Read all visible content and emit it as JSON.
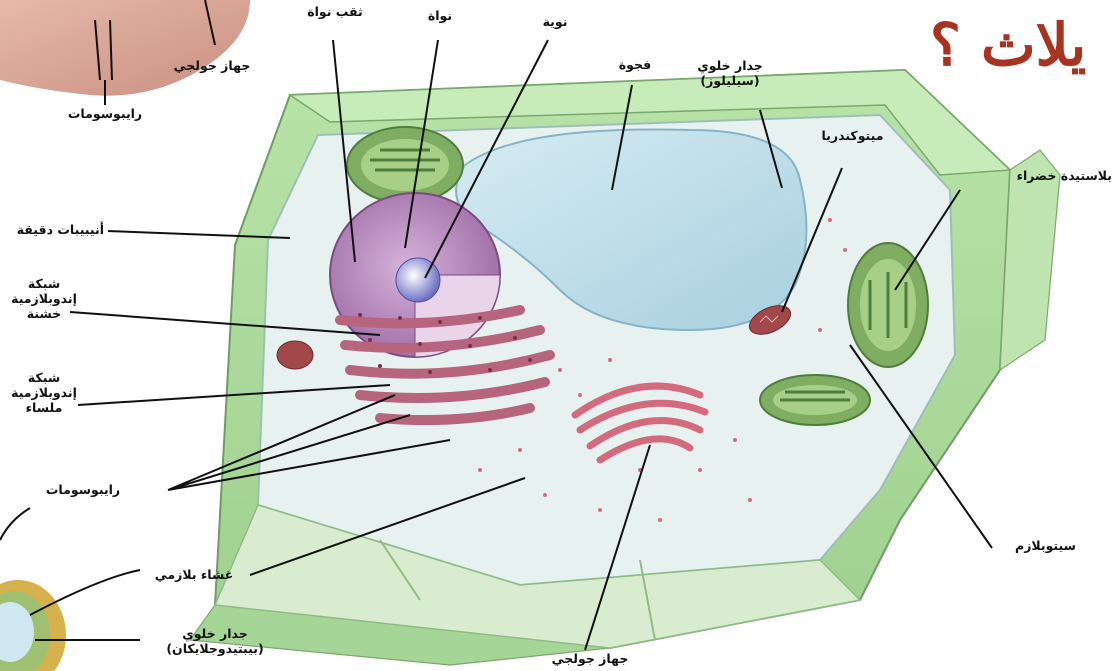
{
  "title": {
    "text": "يلاث ؟",
    "color": "#a8331f"
  },
  "labels": {
    "nuclear_pore": "ثقب نواة",
    "nucleus": "نواة",
    "nucleolus": "نوية",
    "vacuole": "فجوة",
    "cell_wall_cellulose": "جدار خلوي\n(سيليلوز)",
    "mitochondria": "ميتوكندريا",
    "chloroplast": "بلاستيدة خضراء",
    "golgi_top": "جهاز جولجي",
    "ribosomes_top": "رايبوسومات",
    "microtubules": "أنيبيبات دقيقة",
    "rough_er": "شبكة\nإندوبلازمية\nخشنة",
    "smooth_er": "شبكة\nإندوبلازمية\nملساء",
    "ribosomes": "رايبوسومات",
    "plasma_membrane": "غشاء بلازمي",
    "cell_wall_peptidoglycan": "جدار خلوي\n(بيبتيدوجلايكان)",
    "golgi_bottom": "جهاز جولجي",
    "cytoplasm": "سيتوبلازم"
  },
  "colors": {
    "cell_wall": "#a9d99a",
    "cytoplasm": "#e6f0ef",
    "vacuole": "#bfdde8",
    "nucleus": "#b98ab8",
    "rough_er": "#c98a9e",
    "golgi": "#d46a7e",
    "chloroplast": "#7fae62",
    "mitochondria": "#a2474a",
    "skin": "#d9a79a"
  }
}
